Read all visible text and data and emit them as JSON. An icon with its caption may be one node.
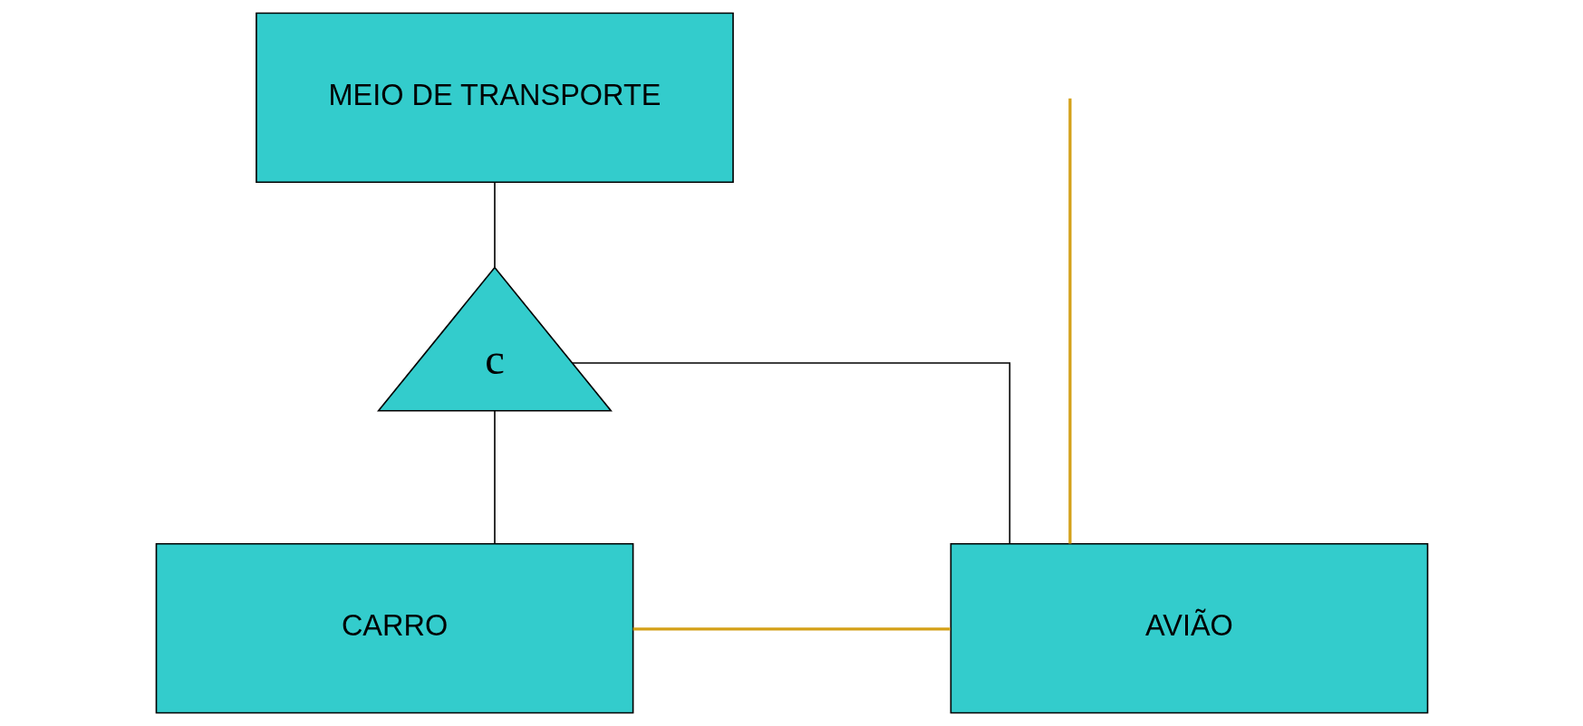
{
  "diagram": {
    "nodes": [
      {
        "text": [
          "MEIO DE TRANSPORTE"
        ]
      },
      {
        "text": [
          "c"
        ]
      },
      {
        "text": [
          "CARRO"
        ]
      },
      {
        "text": [
          "AVIÃO"
        ]
      }
    ],
    "edges": [
      {
        "from": 0,
        "to": 1,
        "arrow": "none"
      },
      {
        "from": 1,
        "to": 2,
        "arrow": "none"
      },
      {
        "from": 1,
        "to": 3,
        "arrow": "none"
      },
      {
        "from": 2,
        "to": 3,
        "arrow": "none",
        "color": "#d4a017"
      },
      {
        "from": 3,
        "to": null,
        "arrow": "none",
        "color": "#d4a017"
      }
    ]
  }
}
